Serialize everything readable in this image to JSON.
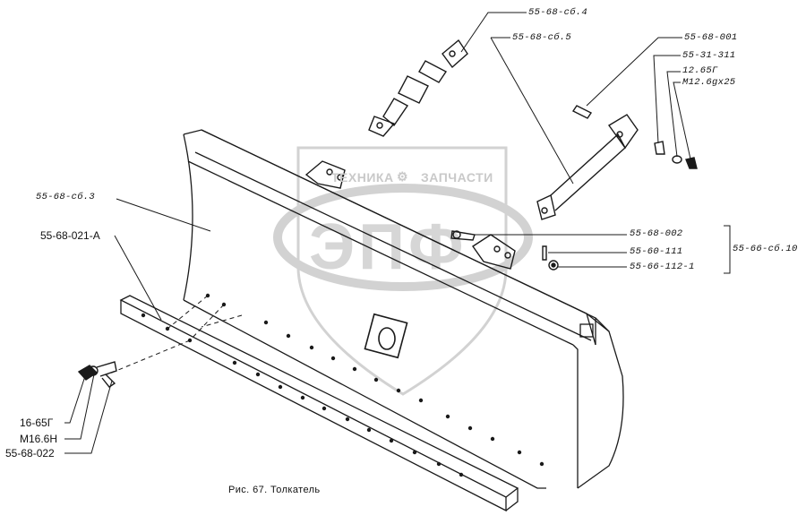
{
  "watermark": {
    "left_text": "ТЕХНИКА",
    "right_text": "ЗАПЧАСТИ",
    "logo_letters": "ЭПФ"
  },
  "labels": {
    "sb4": "55-68-сб.4",
    "sb5": "55-68-сб.5",
    "p001": "55-68-001",
    "p311": "55-31-311",
    "p12": "12.65Г",
    "bolt": "М12.6gх25",
    "sb3": "55-68-сб.3",
    "p021a": "55-68-021-А",
    "p002": "55-68-002",
    "p111": "55-60-111",
    "p112": "55-66-112-1",
    "sb10": "55-66-сб.10",
    "p16": "16-65Г",
    "m16": "М16.6Н",
    "p022": "55-68-022"
  },
  "caption": "Рис. 67. Толкатель",
  "colors": {
    "line": "#1a1a1a",
    "watermark": "#cfcfcf"
  }
}
